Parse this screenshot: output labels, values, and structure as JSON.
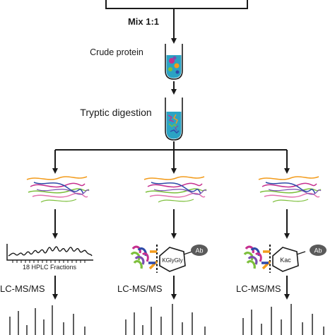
{
  "mix_label": "Mix 1:1",
  "crude_protein_label": "Crude protein",
  "tryptic_digestion_label": "Tryptic digestion",
  "hplc_fractions_label": "18 HPLC Fractions",
  "kglygly_label": "KGlyGly",
  "kac_label": "Kac",
  "ab_label": "Ab",
  "lcms_label": "LC-MS/MS",
  "colors": {
    "tube_liquid": "#2ba3c4",
    "peptide_orange": "#f39c1c",
    "peptide_green": "#7dbf3c",
    "peptide_magenta": "#c62f8f",
    "peptide_blue": "#2e4aa8",
    "peptide_purple": "#7a4fb0",
    "peptide_pink": "#e36fae",
    "antibody_gray": "#5a5a5a"
  }
}
